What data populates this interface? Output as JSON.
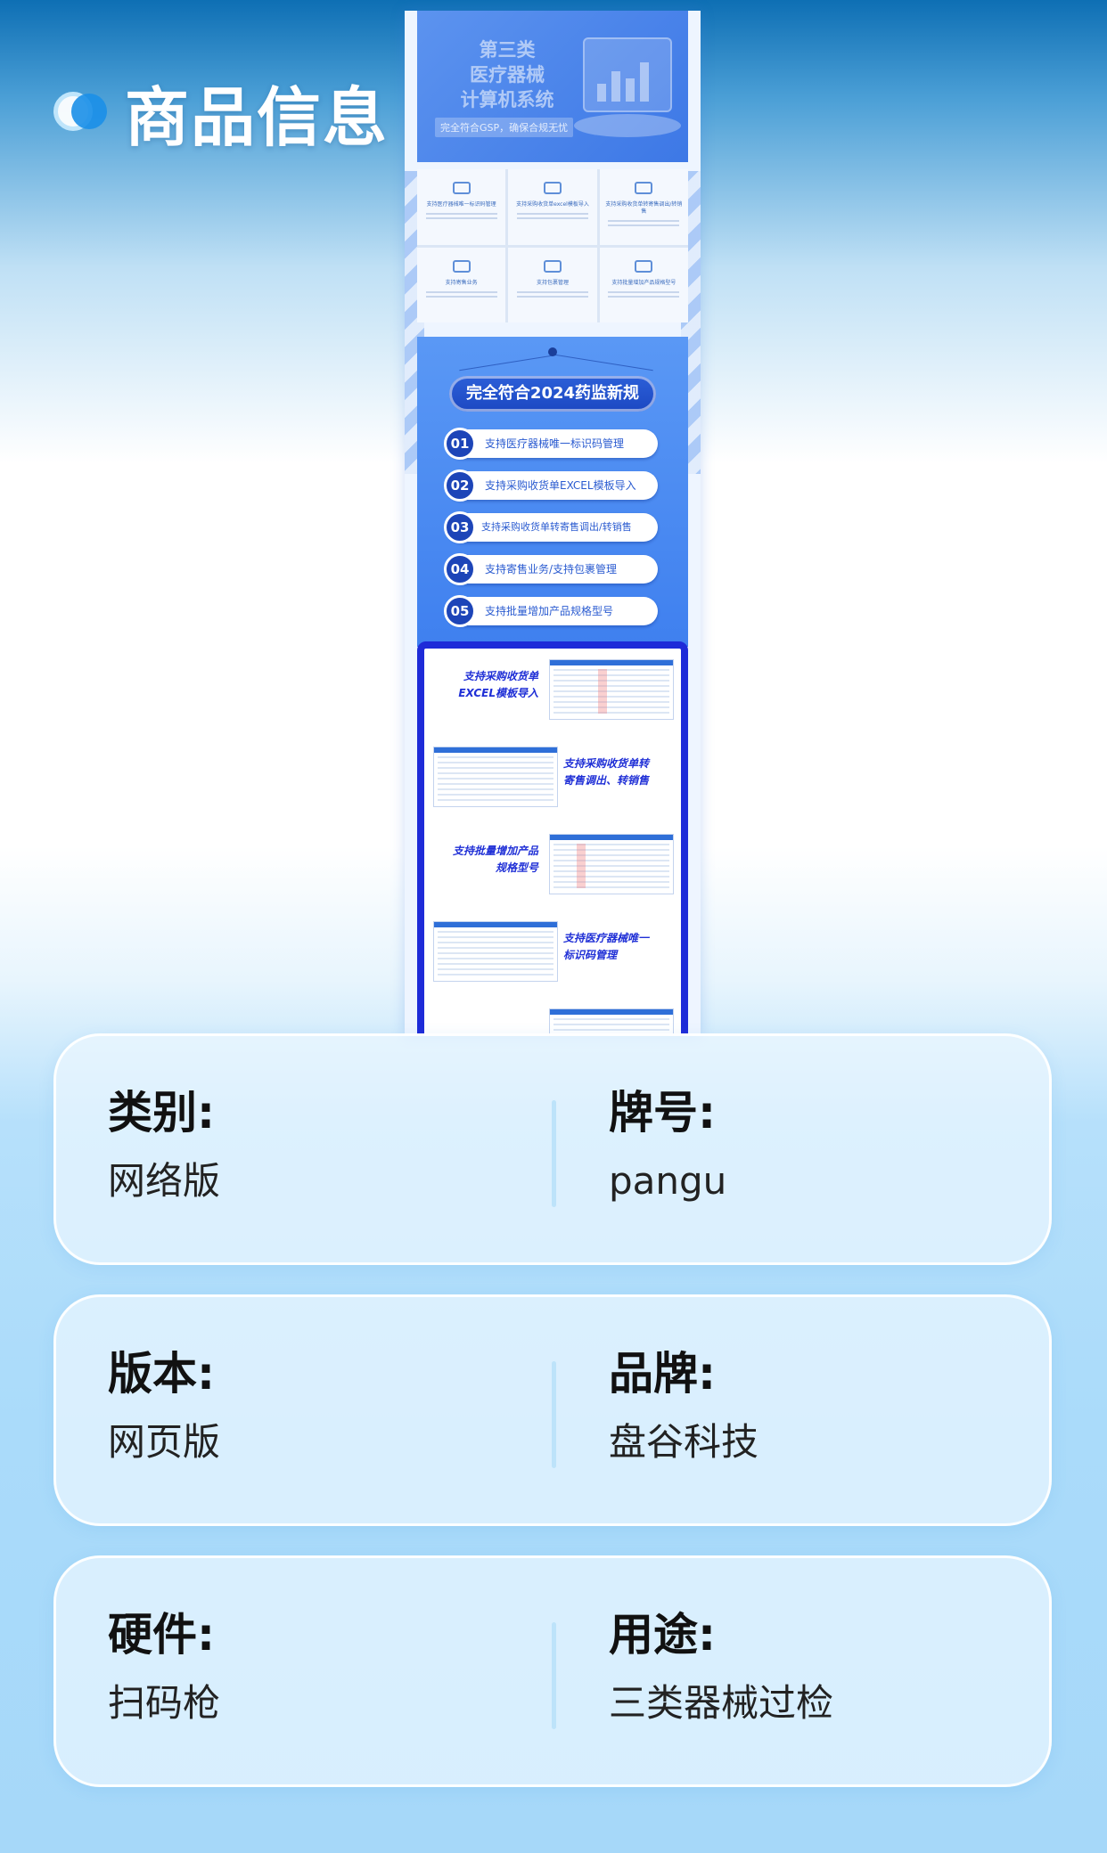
{
  "header": {
    "title": "商品信息"
  },
  "poster": {
    "hero_title": "第三类\n医疗器械\n计算机系统",
    "hero_tag": "完全符合GSP，确保合规无忧",
    "features": [
      "支持医疗器械唯一标识码管理",
      "支持采购收货单excel模板导入",
      "支持采购收货单转寄售调出/转销售",
      "支持寄售业务",
      "支持包裹管理",
      "支持批量增加产品规格型号"
    ],
    "rules_title": "完全符合2024药监新规",
    "rules": [
      {
        "num": "01",
        "text": "支持医疗器械唯一标识码管理"
      },
      {
        "num": "02",
        "text": "支持采购收货单EXCEL模板导入"
      },
      {
        "num": "03",
        "text": "支持采购收货单转寄售调出/转销售"
      },
      {
        "num": "04",
        "text": "支持寄售业务/支持包裹管理"
      },
      {
        "num": "05",
        "text": "支持批量增加产品规格型号"
      }
    ],
    "screens": [
      {
        "label": "支持采购收货单\nEXCEL模板导入"
      },
      {
        "label": "支持采购收货单转\n寄售调出、转销售"
      },
      {
        "label": "支持批量增加产品\n规格型号"
      },
      {
        "label": "支持医疗器械唯一\n标识码管理"
      }
    ]
  },
  "info": [
    {
      "left_label": "类别:",
      "left_value": "网络版",
      "right_label": "牌号:",
      "right_value": "pangu"
    },
    {
      "left_label": "版本:",
      "left_value": "网页版",
      "right_label": "品牌:",
      "right_value": "盘谷科技"
    },
    {
      "left_label": "硬件:",
      "left_value": "扫码枪",
      "right_label": "用途:",
      "right_value": "三类器械过检"
    }
  ]
}
